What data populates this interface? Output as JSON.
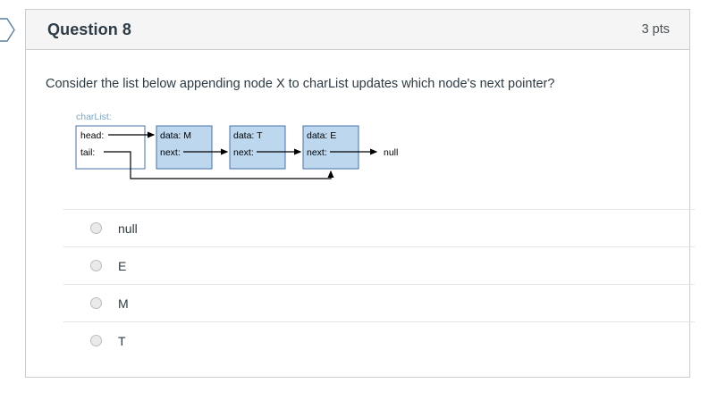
{
  "flag": {
    "icon": "flag-outline-icon",
    "color": "#5b7f9e"
  },
  "header": {
    "title": "Question 8",
    "points": "3 pts"
  },
  "question": {
    "text": "Consider the list below appending node X to charList updates which node's next pointer?"
  },
  "diagram": {
    "label": "charList:",
    "label_color": "#7ba7c7",
    "node_fill": "#bdd7ee",
    "node_border": "#4472a8",
    "line_color": "#000000",
    "list_box": {
      "head_label": "head:",
      "tail_label": "tail:"
    },
    "nodes": [
      {
        "data_label": "data: M",
        "next_label": "next:"
      },
      {
        "data_label": "data: T",
        "next_label": "next:"
      },
      {
        "data_label": "data: E",
        "next_label": "next:"
      }
    ],
    "terminator": "null"
  },
  "answers": {
    "options": [
      {
        "label": "null",
        "selected": false
      },
      {
        "label": "E",
        "selected": false
      },
      {
        "label": "M",
        "selected": false
      },
      {
        "label": "T",
        "selected": false
      }
    ]
  }
}
